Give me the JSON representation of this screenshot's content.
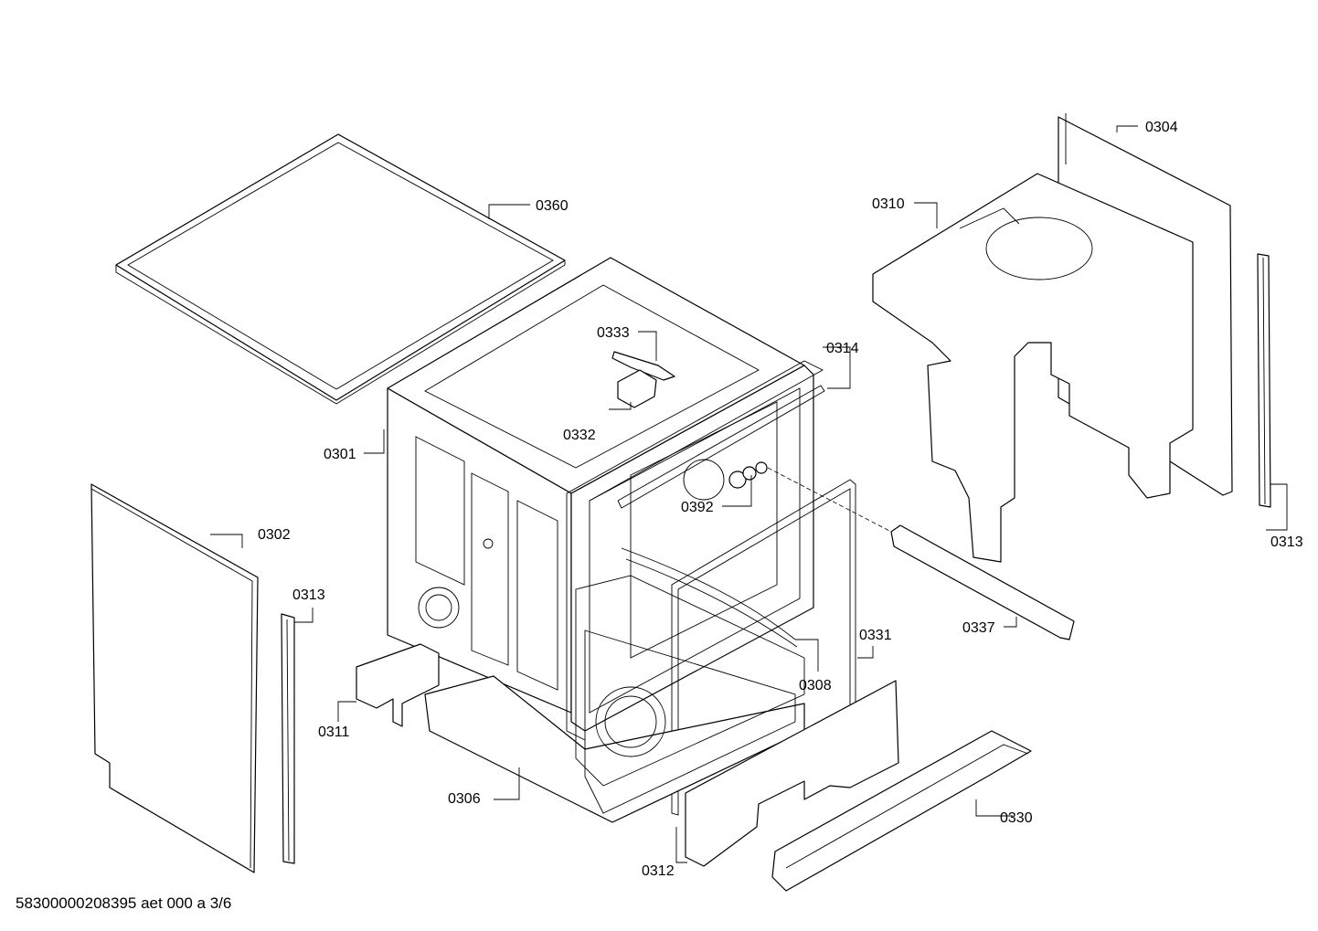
{
  "labels": {
    "p0304": "0304",
    "p0310": "0310",
    "p0360": "0360",
    "p0333": "0333",
    "p0314": "0314",
    "p0332": "0332",
    "p0301": "0301",
    "p0392": "0392",
    "p0302": "0302",
    "p0313_left": "0313",
    "p0313_right": "0313",
    "p0337": "0337",
    "p0331": "0331",
    "p0308": "0308",
    "p0311": "0311",
    "p0306": "0306",
    "p0330": "0330",
    "p0312": "0312"
  },
  "footer": {
    "doc_id": "58300000208395 aet 000 a 3/6"
  }
}
